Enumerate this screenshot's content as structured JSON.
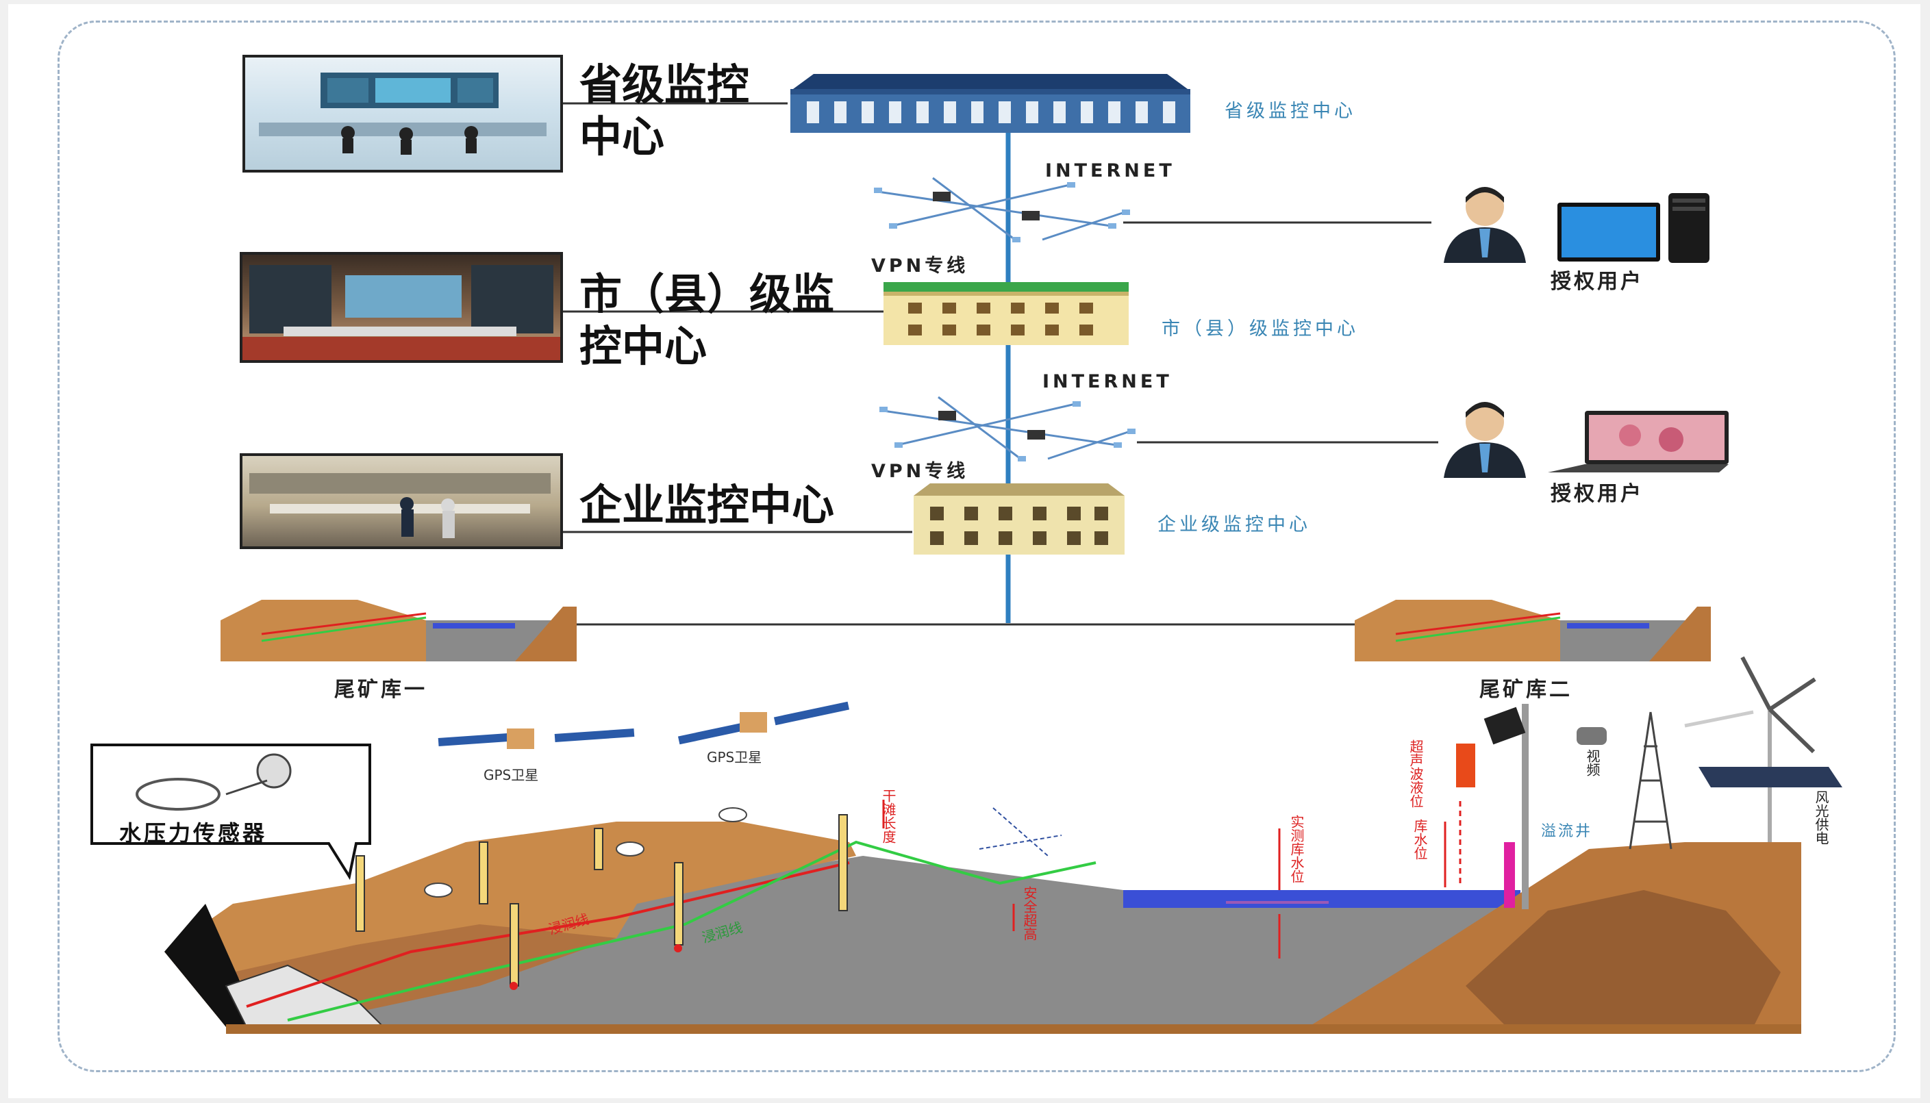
{
  "levels": [
    {
      "title": "省级监控\n中心",
      "label": "省级监控中心"
    },
    {
      "title": "市（县）级监\n控中心",
      "label": "市（县）级监控中心"
    },
    {
      "title": "企业监控中心",
      "label": "企业级监控中心"
    }
  ],
  "network": {
    "internet_label": "INTERNET",
    "vpn_label": "VPN专线",
    "authorized_user_label": "授权用户"
  },
  "tailings": {
    "pond_one": "尾矿库一",
    "pond_two": "尾矿库二"
  },
  "scene": {
    "water_pressure_sensor": "水压力传感器",
    "gps_satellite_left": "GPS卫星",
    "gps_satellite_right": "GPS卫星",
    "dry_beach_length": "干滩长度",
    "phreatic_line_1": "浸润线",
    "phreatic_line_2": "浸润线",
    "safety_elevation": "安全超高",
    "measured_level": "实测库水位",
    "ultrasonic_level": "超声波液位",
    "pond_level": "库水位",
    "video": "视频",
    "overflow_well": "溢流井",
    "wind_solar_power": "风光供电"
  },
  "colors": {
    "accent_blue": "#3a86b4",
    "vertical_line": "#2f7fc0",
    "water": "#3a4fd6",
    "red_line": "#e02020",
    "green_line": "#33cc44"
  }
}
